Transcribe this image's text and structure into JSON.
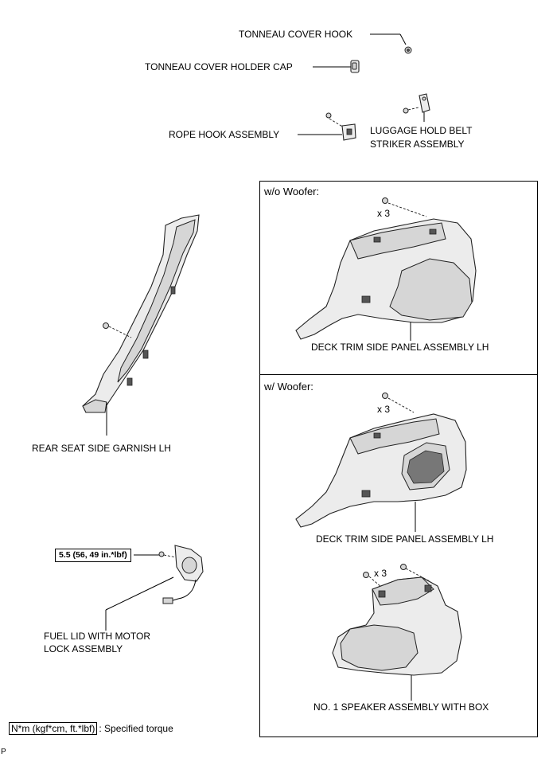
{
  "labels": {
    "tonneau_cover_hook": "TONNEAU COVER HOOK",
    "tonneau_cover_holder_cap": "TONNEAU COVER HOLDER CAP",
    "rope_hook_assembly": "ROPE HOOK ASSEMBLY",
    "luggage_hold_belt_line1": "LUGGAGE HOLD BELT",
    "luggage_hold_belt_line2": "STRIKER ASSEMBLY",
    "rear_seat_side_garnish": "REAR SEAT SIDE GARNISH LH",
    "fuel_lid_line1": "FUEL LID WITH MOTOR",
    "fuel_lid_line2": "LOCK ASSEMBLY",
    "deck_trim_wo": "DECK TRIM SIDE PANEL ASSEMBLY LH",
    "deck_trim_w": "DECK TRIM SIDE PANEL ASSEMBLY LH",
    "speaker_box": "NO. 1 SPEAKER ASSEMBLY WITH BOX"
  },
  "variants": {
    "without_woofer": "w/o Woofer:",
    "with_woofer": "w/ Woofer:"
  },
  "quantities": {
    "wo_clips": "x 3",
    "w_clips": "x 3",
    "speaker_clips": "x 3"
  },
  "torque": {
    "fuel_lid_value": "5.5 (56, 49 in.*lbf)"
  },
  "legend": {
    "unit_box": "N*m (kgf*cm, ft.*lbf)",
    "description": ": Specified torque"
  },
  "footer": {
    "code": "P"
  }
}
